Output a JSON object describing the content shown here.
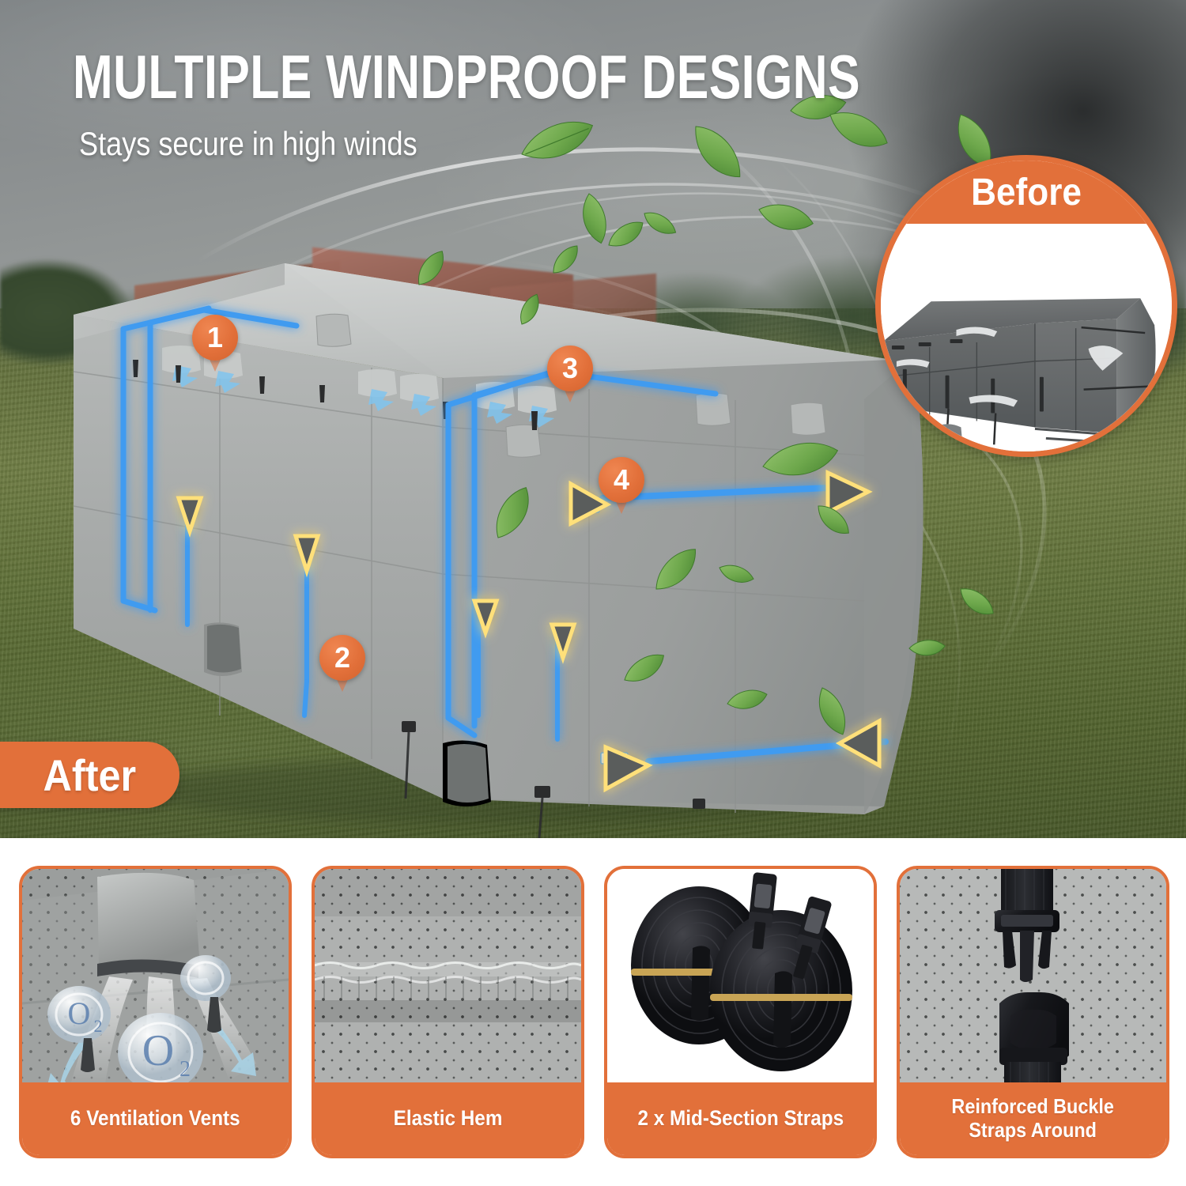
{
  "hero": {
    "headline": "MULTIPLE WINDPROOF DESIGNS",
    "subhead": "Stays secure in high winds",
    "after_label": "After",
    "before_label": "Before",
    "markers": [
      {
        "number": "1"
      },
      {
        "number": "2"
      },
      {
        "number": "3"
      },
      {
        "number": "4"
      }
    ]
  },
  "features": [
    {
      "caption": "6 Ventilation Vents",
      "icon": "vent-airflow-icon"
    },
    {
      "caption": "Elastic Hem",
      "icon": "elastic-hem-icon"
    },
    {
      "caption": "2 x Mid-Section Straps",
      "icon": "coiled-straps-icon"
    },
    {
      "caption": "Reinforced Buckle\nStraps Around",
      "icon": "side-release-buckle-icon"
    }
  ],
  "colors": {
    "accent_orange": "#e2703a",
    "strap_blue": "#3f9bf0",
    "glow_yellow": "#ffe07a",
    "cover_gray": "#a9acab",
    "white": "#ffffff"
  }
}
